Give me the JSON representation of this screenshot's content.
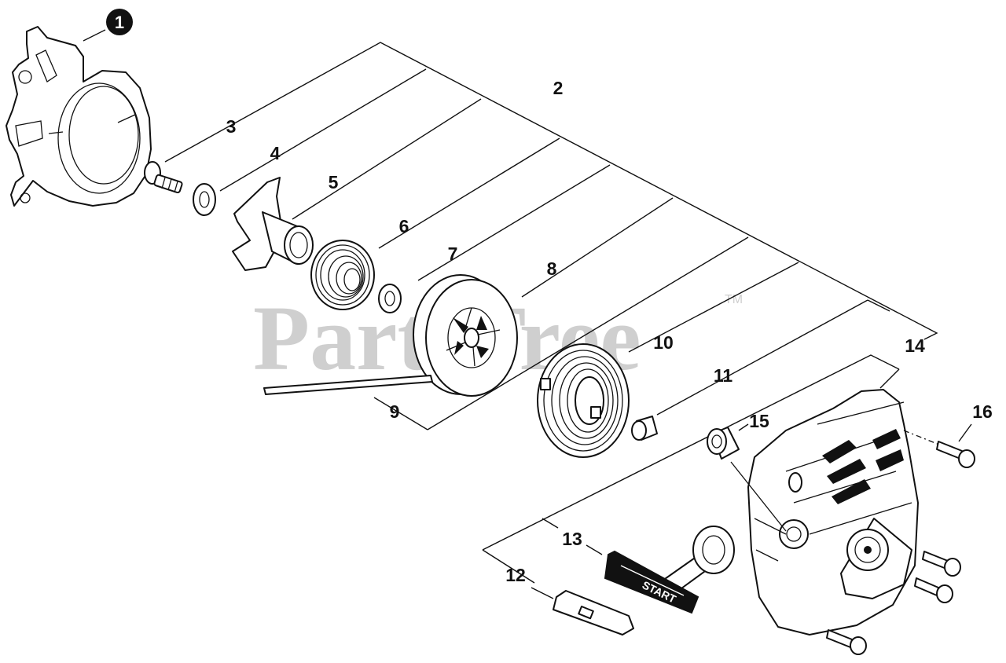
{
  "badge": {
    "number": "1"
  },
  "callouts": {
    "c2": "2",
    "c3": "3",
    "c4": "4",
    "c5": "5",
    "c6": "6",
    "c7": "7",
    "c8": "8",
    "c9": "9",
    "c10": "10",
    "c11": "11",
    "c12": "12",
    "c13": "13",
    "c14": "14",
    "c15": "15",
    "c16": "16"
  },
  "watermark": {
    "text": "PartsTree",
    "mark": "TM"
  },
  "handle": {
    "stamp": "START"
  },
  "colors": {
    "ink": "#111111",
    "watermark": "#cfcfcf",
    "paper": "#ffffff"
  }
}
